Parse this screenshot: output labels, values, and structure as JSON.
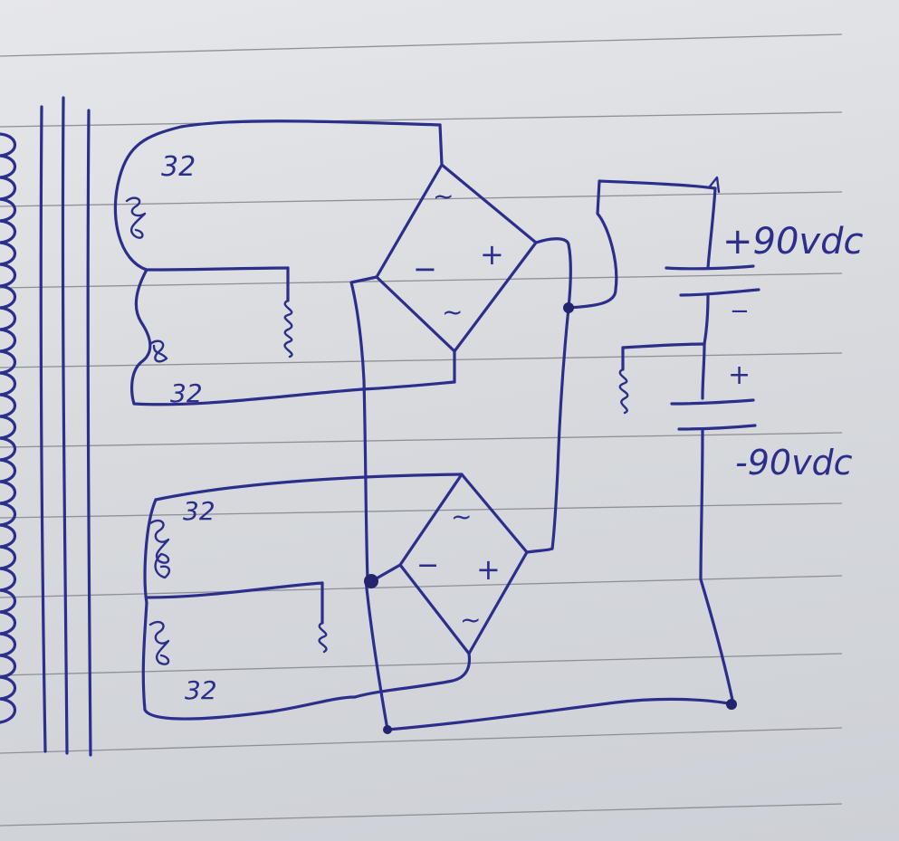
{
  "labels": {
    "winding_1": "32",
    "winding_2": "32",
    "winding_3": "32",
    "winding_4": "32",
    "positive_rail": "+90vdc",
    "negative_rail": "-90vdc"
  },
  "bridge_marks": {
    "ac": "~",
    "plus": "+",
    "minus": "−"
  },
  "capacitor_marks": {
    "upper_minus": "−",
    "lower_plus": "+"
  }
}
